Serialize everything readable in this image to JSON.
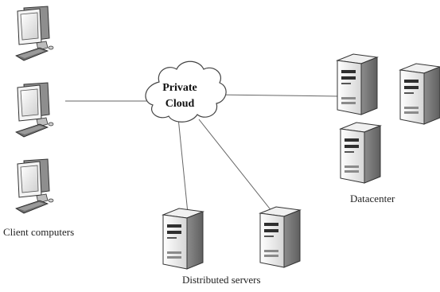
{
  "cloud": {
    "line1": "Private",
    "line2": "Cloud"
  },
  "labels": {
    "clients": "Client computers",
    "datacenter": "Datacenter",
    "distributed": "Distributed servers"
  },
  "icons": {
    "client": "desktop-computer-icon",
    "server": "tower-server-icon",
    "cloud": "cloud-icon"
  },
  "colors": {
    "line": "#666666",
    "outline": "#333333",
    "screen": "#e8e8e8",
    "device_light": "#f2f2f2",
    "device_dark": "#9a9a9a"
  }
}
